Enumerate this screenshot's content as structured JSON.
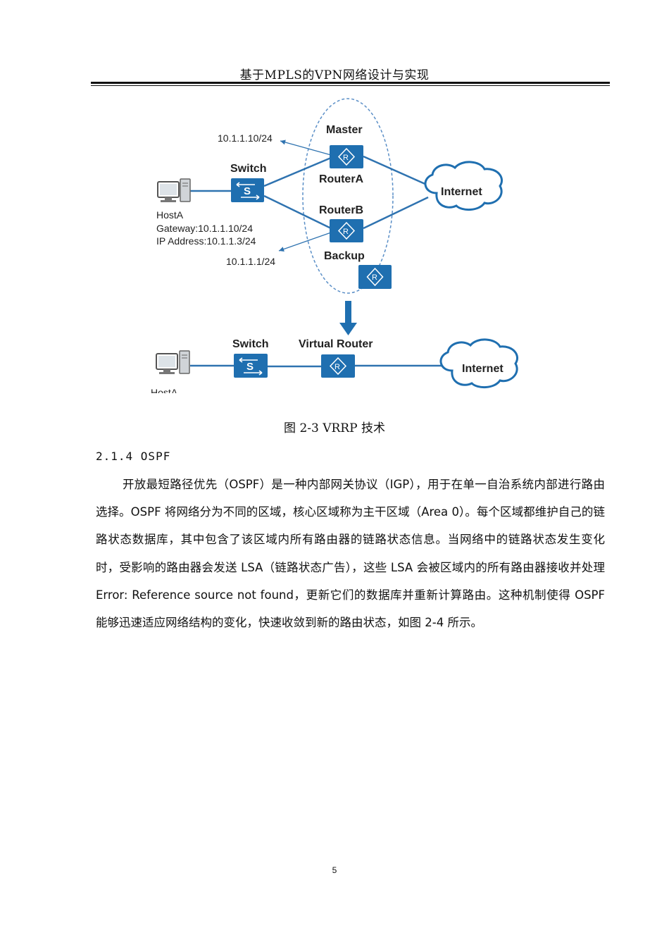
{
  "header": {
    "title": "基于MPLS的VPN网络设计与实现"
  },
  "figure": {
    "labels": {
      "ip_master": "10.1.1.10/24",
      "master": "Master",
      "switch_top": "Switch",
      "router_a": "RouterA",
      "internet_top": "Internet",
      "router_b": "RouterB",
      "host_a": "HostA",
      "gateway": "Gateway:10.1.1.10/24",
      "ip_address": "IP Address:10.1.1.3/24",
      "backup": "Backup",
      "ip_backup": "10.1.1.1/24",
      "switch_bottom": "Switch",
      "virtual_router": "Virtual Router",
      "internet_bottom": "Internet",
      "host_a_cut": "HostA"
    },
    "colors": {
      "device_blue": "#1f6fb0",
      "link_blue": "#2f73b0",
      "dash_blue": "#5b8fc7"
    }
  },
  "caption": "图 2-3 VRRP 技术",
  "section": {
    "heading": "2.1.4 OSPF"
  },
  "body": {
    "paragraph": "开放最短路径优先（OSPF）是一种内部网关协议（IGP），用于在单一自治系统内部进行路由选择。OSPF 将网络分为不同的区域，核心区域称为主干区域（Area 0）。每个区域都维护自己的链路状态数据库，其中包含了该区域内所有路由器的链路状态信息。当网络中的链路状态发生变化时，受影响的路由器会发送 LSA（链路状态广告），这些 LSA 会被区域内的所有路由器接收并处理 Error: Reference source not found，更新它们的数据库并重新计算路由。这种机制使得 OSPF 能够迅速适应网络结构的变化，快速收敛到新的路由状态，如图 2-4 所示。"
  },
  "footer": {
    "page_number": "5"
  }
}
